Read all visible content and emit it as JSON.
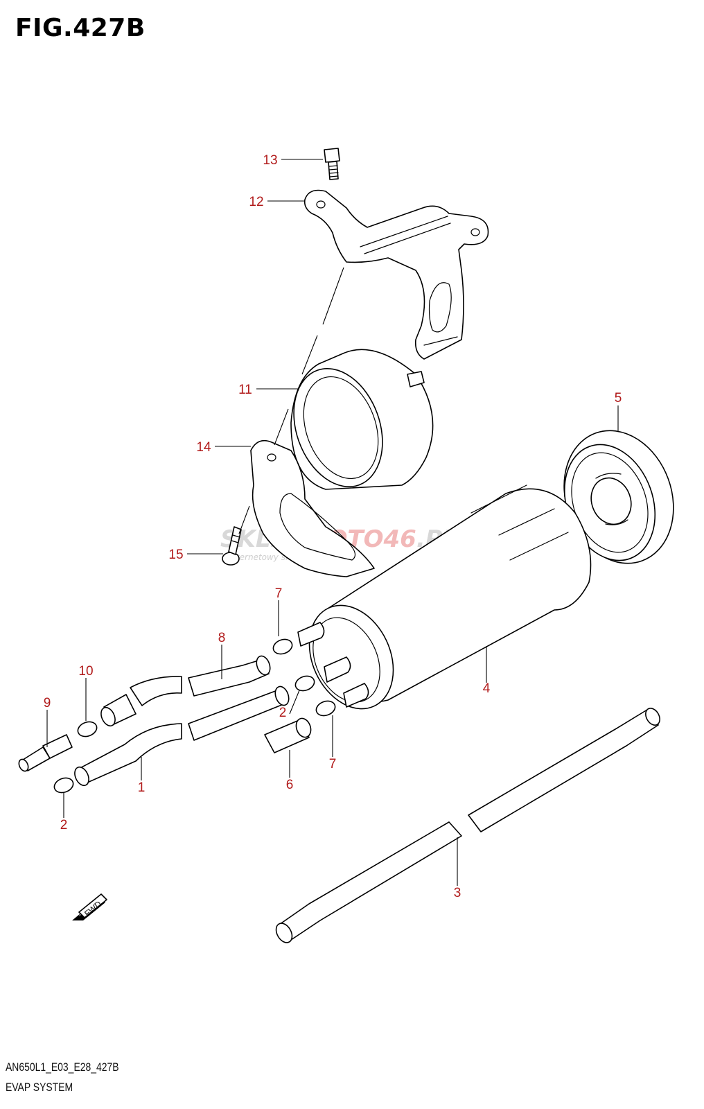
{
  "figure": {
    "title": "FIG.427B"
  },
  "footer": {
    "code": "AN650L1_E03_E28_427B",
    "name": "EVAP SYSTEM"
  },
  "watermark": {
    "part1": "SKLEP",
    "part2": "MOTO",
    "part3": "46",
    "part4": ".PL",
    "sub": "internetowy sklep motocyklowy"
  },
  "direction_marker": {
    "label": "FWD"
  },
  "callouts": {
    "c1": "1",
    "c2a": "2",
    "c2b": "2",
    "c3": "3",
    "c4": "4",
    "c5": "5",
    "c6": "6",
    "c7a": "7",
    "c7b": "7",
    "c8": "8",
    "c9": "9",
    "c10": "10",
    "c11": "11",
    "c12": "12",
    "c13": "13",
    "c14": "14",
    "c15": "15"
  },
  "colors": {
    "callout": "#b11a1a",
    "line": "#000000",
    "watermark_red": "#f2b8b8"
  }
}
